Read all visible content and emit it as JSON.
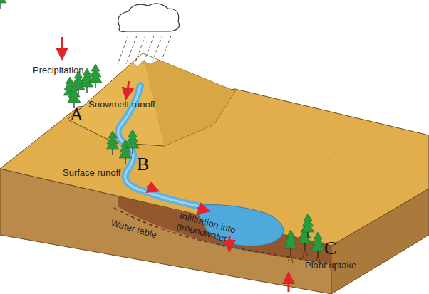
{
  "diagram": {
    "labels": [
      "Precipitation",
      "A",
      "Snowmelt runoff",
      "B",
      "Surface runoff",
      "Infiltration into groundwater",
      "Water table",
      "C",
      "Plant uptake"
    ]
  }
}
